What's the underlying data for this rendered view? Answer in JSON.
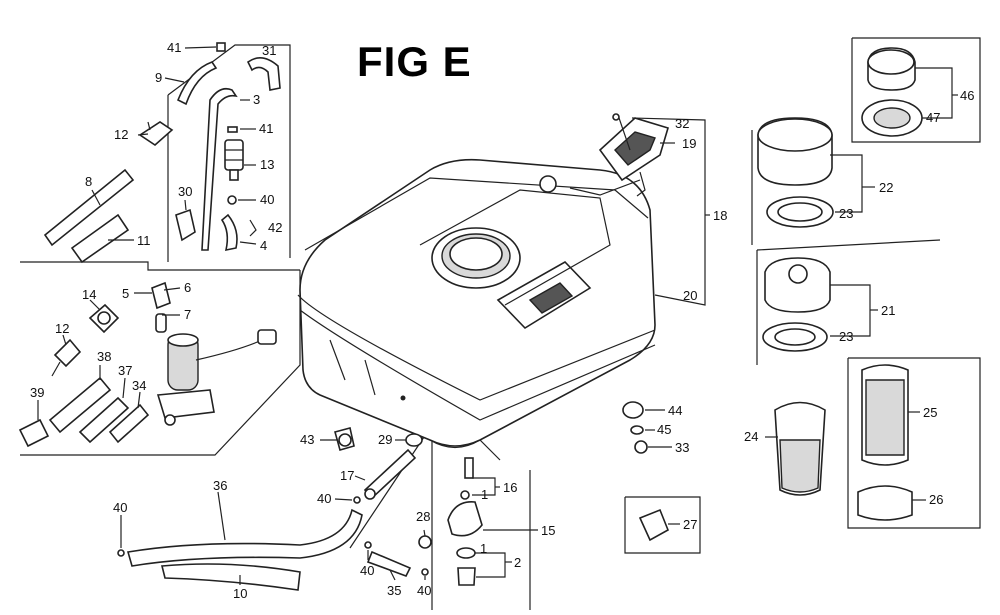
{
  "figure": {
    "title": "FIG E"
  },
  "callouts": {
    "c41a": "41",
    "c31": "31",
    "c9": "9",
    "c3": "3",
    "c12a": "12",
    "c41b": "41",
    "c13": "13",
    "c8": "8",
    "c30": "30",
    "c40a": "40",
    "c42": "42",
    "c4": "4",
    "c11": "11",
    "c5": "5",
    "c6": "6",
    "c7": "7",
    "c14": "14",
    "c12b": "12",
    "c38": "38",
    "c37": "37",
    "c39": "39",
    "c34": "34",
    "c32": "32",
    "c19": "19",
    "c18": "18",
    "c20": "20",
    "c46": "46",
    "c47": "47",
    "c22": "22",
    "c23a": "23",
    "c21": "21",
    "c23b": "23",
    "c25": "25",
    "c24": "24",
    "c26": "26",
    "c44": "44",
    "c45": "45",
    "c33": "33",
    "c43": "43",
    "c29": "29",
    "c17": "17",
    "c16": "16",
    "c1a": "1",
    "c36": "36",
    "c40b": "40",
    "c40c": "40",
    "c28": "28",
    "c15": "15",
    "c1b": "1",
    "c2": "2",
    "c27": "27",
    "c10": "10",
    "c40d": "40",
    "c35": "35",
    "c40e": "40"
  }
}
